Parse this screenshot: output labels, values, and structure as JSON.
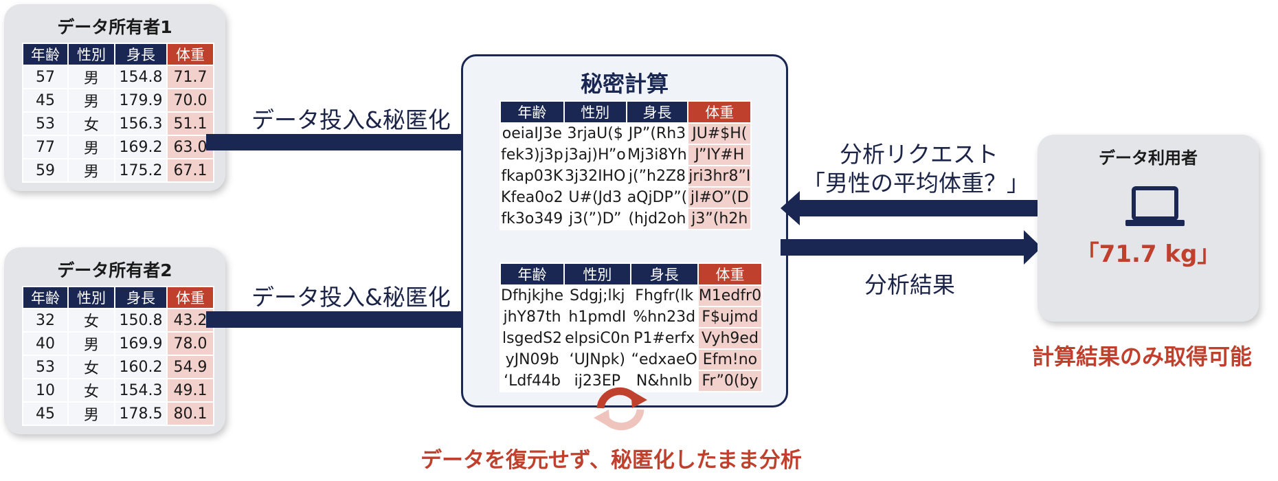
{
  "owners": [
    {
      "title": "データ所有者1",
      "headers": [
        "年齢",
        "性別",
        "身長",
        "体重"
      ],
      "rows": [
        [
          "57",
          "男",
          "154.8",
          "71.7"
        ],
        [
          "45",
          "男",
          "179.9",
          "70.0"
        ],
        [
          "53",
          "女",
          "156.3",
          "51.1"
        ],
        [
          "77",
          "男",
          "169.2",
          "63.0"
        ],
        [
          "59",
          "男",
          "175.2",
          "67.1"
        ]
      ]
    },
    {
      "title": "データ所有者2",
      "headers": [
        "年齢",
        "性別",
        "身長",
        "体重"
      ],
      "rows": [
        [
          "32",
          "女",
          "150.8",
          "43.2"
        ],
        [
          "40",
          "男",
          "169.9",
          "78.0"
        ],
        [
          "53",
          "女",
          "160.2",
          "54.9"
        ],
        [
          "10",
          "女",
          "154.3",
          "49.1"
        ],
        [
          "45",
          "男",
          "178.5",
          "80.1"
        ]
      ]
    }
  ],
  "input_label_1": "データ投入&秘匿化",
  "input_label_2": "データ投入&秘匿化",
  "secure": {
    "title": "秘密計算",
    "headers": [
      "年齢",
      "性別",
      "身長",
      "体重"
    ],
    "table1": [
      [
        "oeiaIJ3e",
        "3rjaU($",
        "JP”(Rh3",
        "JU#$H("
      ],
      [
        "fek3)j3p",
        "j3aj)H”o",
        "Mj3i8Yh",
        "J”IY#H"
      ],
      [
        "fkap03K",
        "3j32IHO",
        "j(”h2Z8",
        "jri3hr8”I"
      ],
      [
        "Kfea0o2",
        "U#(Jd3",
        "aQjDP”(",
        "jI#O”(D"
      ],
      [
        "fk3o349",
        "j3(”)D”",
        "(hjd2oh",
        "j3”(h2h"
      ]
    ],
    "table2": [
      [
        "Dfhjkjhe",
        "Sdgj;lkj",
        "Fhgfr(lk",
        "M1edfr0"
      ],
      [
        "jhY87th",
        "h1pmdI",
        "%hn23d",
        "F$ujmd"
      ],
      [
        "lsgedS2",
        "elpsiC0n",
        "P1#erfx",
        "Vyh9ed"
      ],
      [
        "yJN09b",
        "‘UJNpk)",
        "“edxaeO",
        "Efm!no"
      ],
      [
        "‘Ldf44b",
        "ij23EP",
        "N&hnlb",
        "Fr”0(by"
      ]
    ],
    "caption": "データを復元せず、秘匿化したまま分析"
  },
  "request_line1": "分析リクエスト",
  "request_line2": "「男性の平均体重？」",
  "result_label": "分析結果",
  "user": {
    "title": "データ利用者",
    "result": "「71.7 kg」",
    "note": "計算結果のみ取得可能"
  },
  "colors": {
    "navy": "#1a2752",
    "accent_red": "#c0402e",
    "weight_cell": "#f2d0cb",
    "panel_gray": "#e3e5e8"
  },
  "icons": [
    "laptop-icon",
    "refresh-icon"
  ]
}
